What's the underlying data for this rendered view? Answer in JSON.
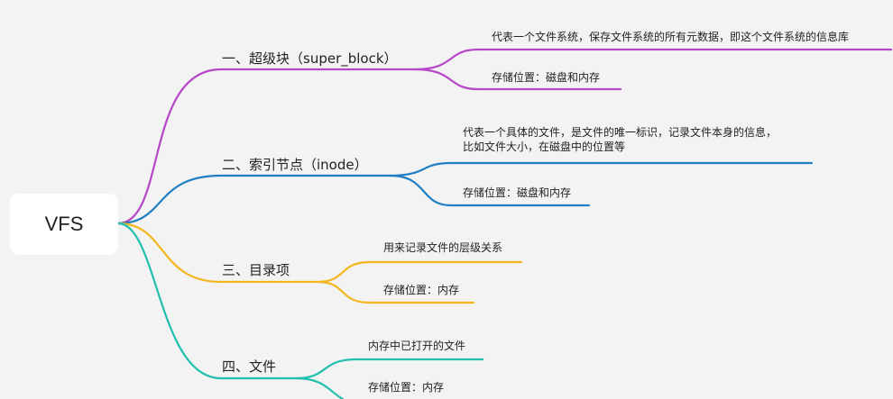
{
  "colors": {
    "background": "#f3f3f3",
    "branch1": "#b548c6",
    "branch2": "#1f7fc2",
    "branch3": "#f5b51d",
    "branch4": "#20bfae"
  },
  "root": {
    "label": "VFS"
  },
  "branches": [
    {
      "label": "一、超级块（super_block）",
      "leaves": [
        "代表一个文件系统，保存文件系统的所有元数据，即这个文件系统的信息库",
        "存储位置：磁盘和内存"
      ]
    },
    {
      "label": "二、索引节点（inode）",
      "leaves": [
        [
          "代表一个具体的文件，是文件的唯一标识，记录文件本身的信息，",
          "比如文件大小，在磁盘中的位置等"
        ],
        "存储位置：磁盘和内存"
      ]
    },
    {
      "label": "三、目录项",
      "leaves": [
        "用来记录文件的层级关系",
        "存储位置：内存"
      ]
    },
    {
      "label": "四、文件",
      "leaves": [
        "内存中已打开的文件",
        "存储位置：内存"
      ]
    }
  ]
}
